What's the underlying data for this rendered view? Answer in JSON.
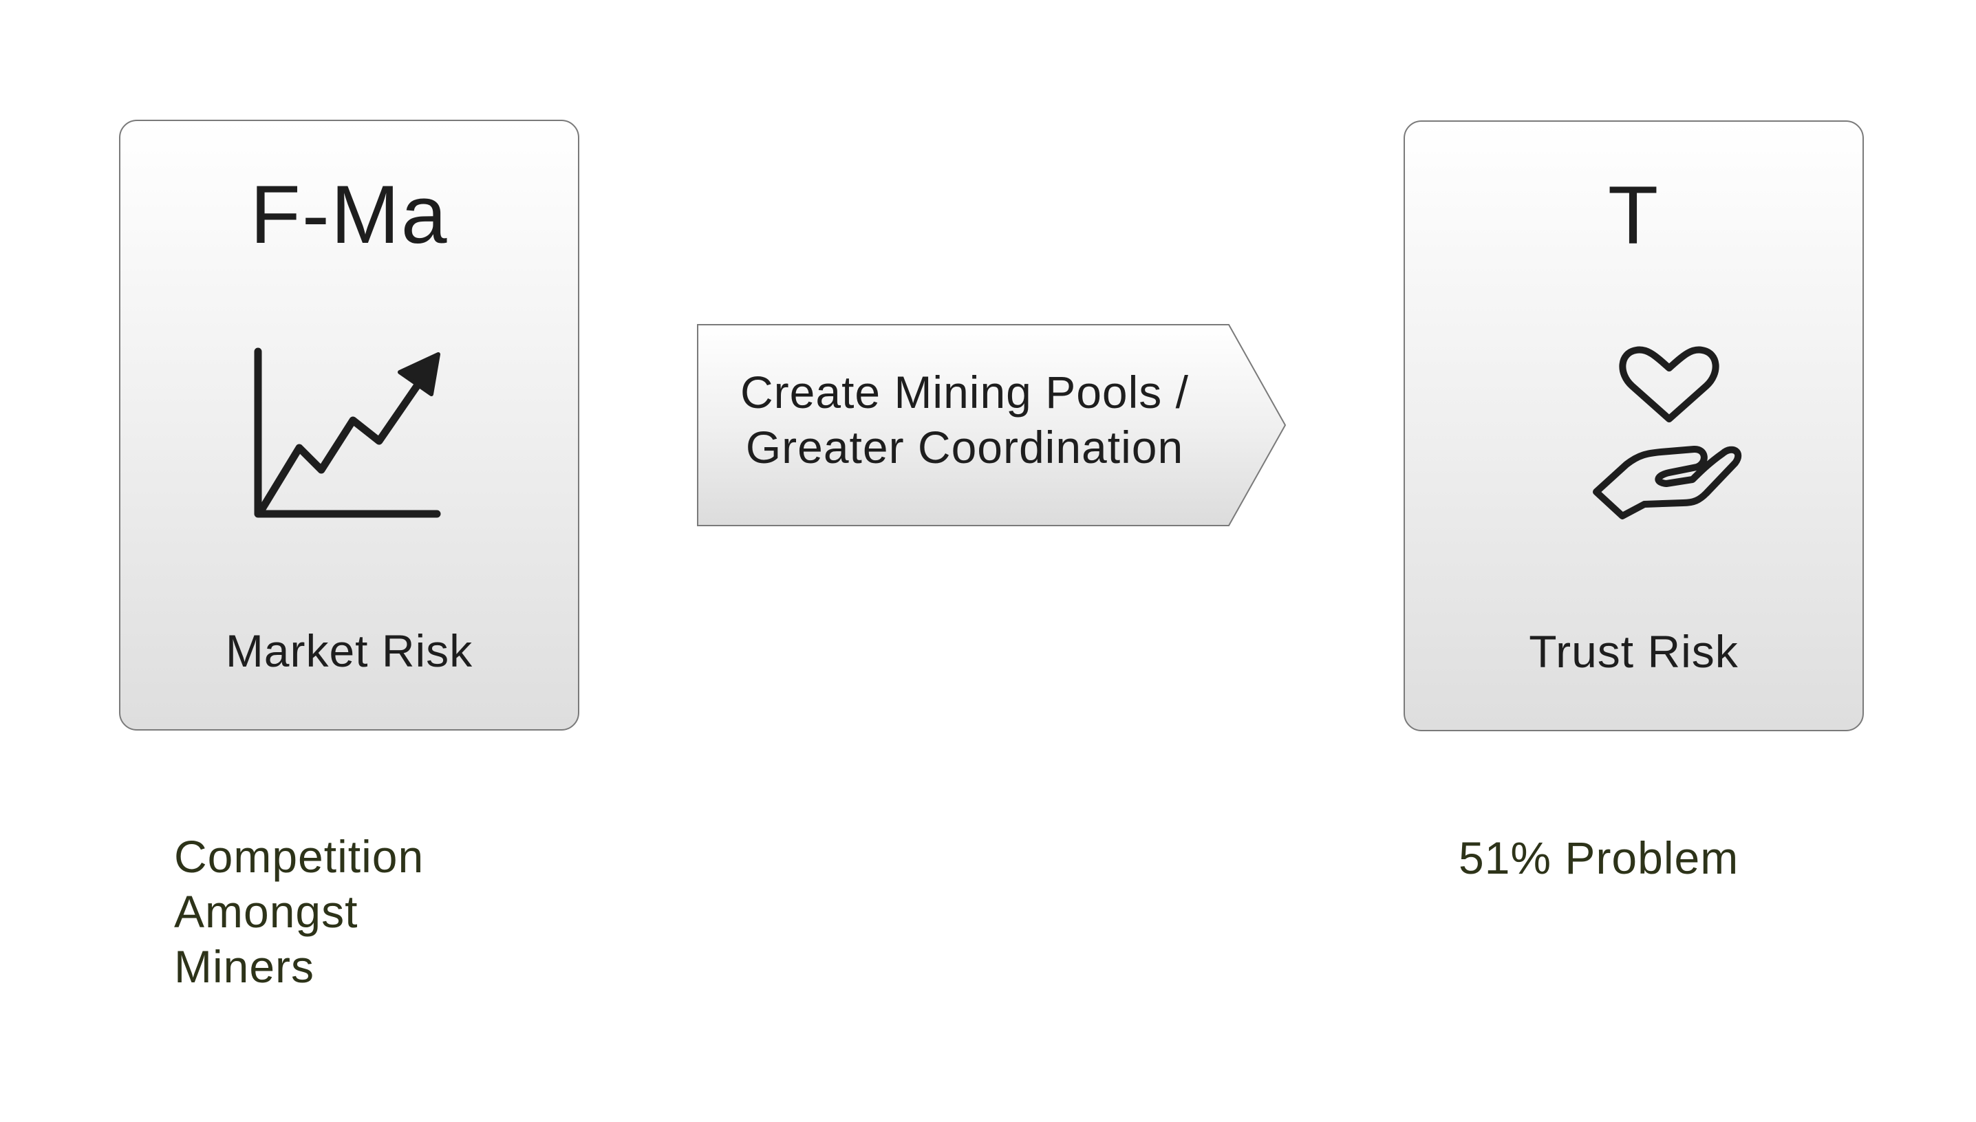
{
  "left_card": {
    "title": "F-Ma",
    "icon": "chart-trend-up-icon",
    "label": "Market Risk"
  },
  "arrow": {
    "line1": "Create Mining Pools /",
    "line2": "Greater Coordination"
  },
  "right_card": {
    "title": "T",
    "icon": "heart-in-hand-icon",
    "label": "Trust Risk"
  },
  "notes": {
    "left_lines": [
      "Competition",
      "Amongst",
      "Miners"
    ],
    "right": "51% Problem"
  },
  "colors": {
    "text": "#1e1e1e",
    "note_text": "#2d3319",
    "card_border": "#7a7a7a",
    "card_gradient_top": "#ffffff",
    "card_gradient_bottom": "#dedede"
  }
}
